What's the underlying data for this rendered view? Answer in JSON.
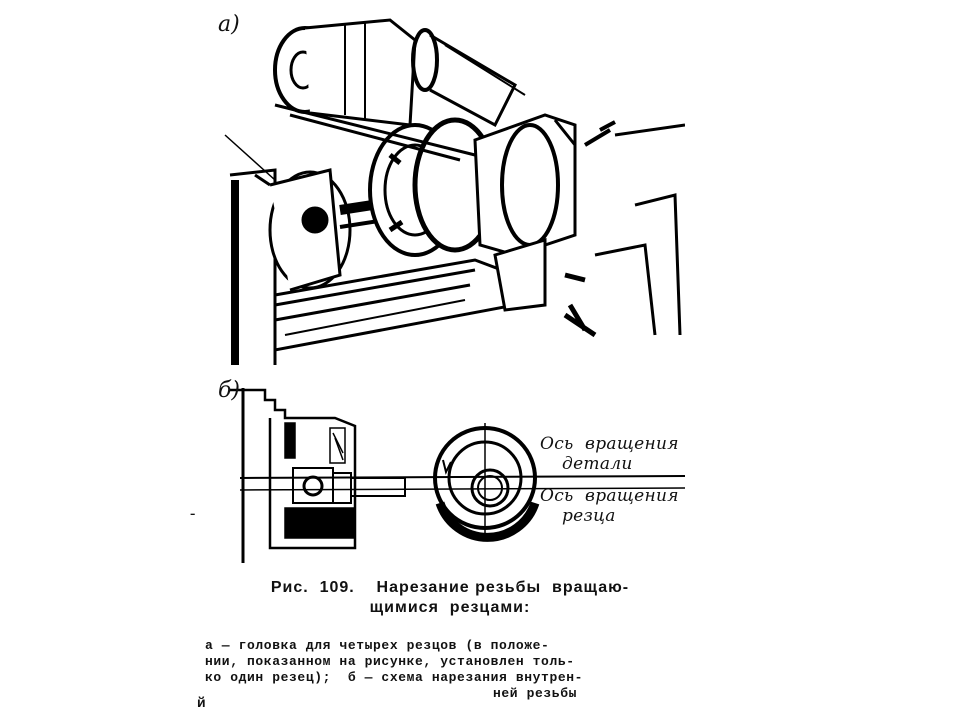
{
  "figure_labels": {
    "a": "а)",
    "b": "б)"
  },
  "axis_notes": {
    "part_line1": "Ось  вращения",
    "part_line2": "детали",
    "cutter_line1": "Ось  вращения",
    "cutter_line2": "резца"
  },
  "stray_dash": "-",
  "caption": {
    "title_line1": "Рис.  109.    Нарезание резьбы  вращаю-",
    "title_line2": "щимися  резцами:",
    "body_lines": [
      "а — головка для четырех резцов (в положе-",
      "нии, показанном на рисунке, установлен толь-",
      "ко один резец);  б — схема нарезания внутрен-",
      "ней резьбы"
    ],
    "hanging_letter": "й"
  }
}
